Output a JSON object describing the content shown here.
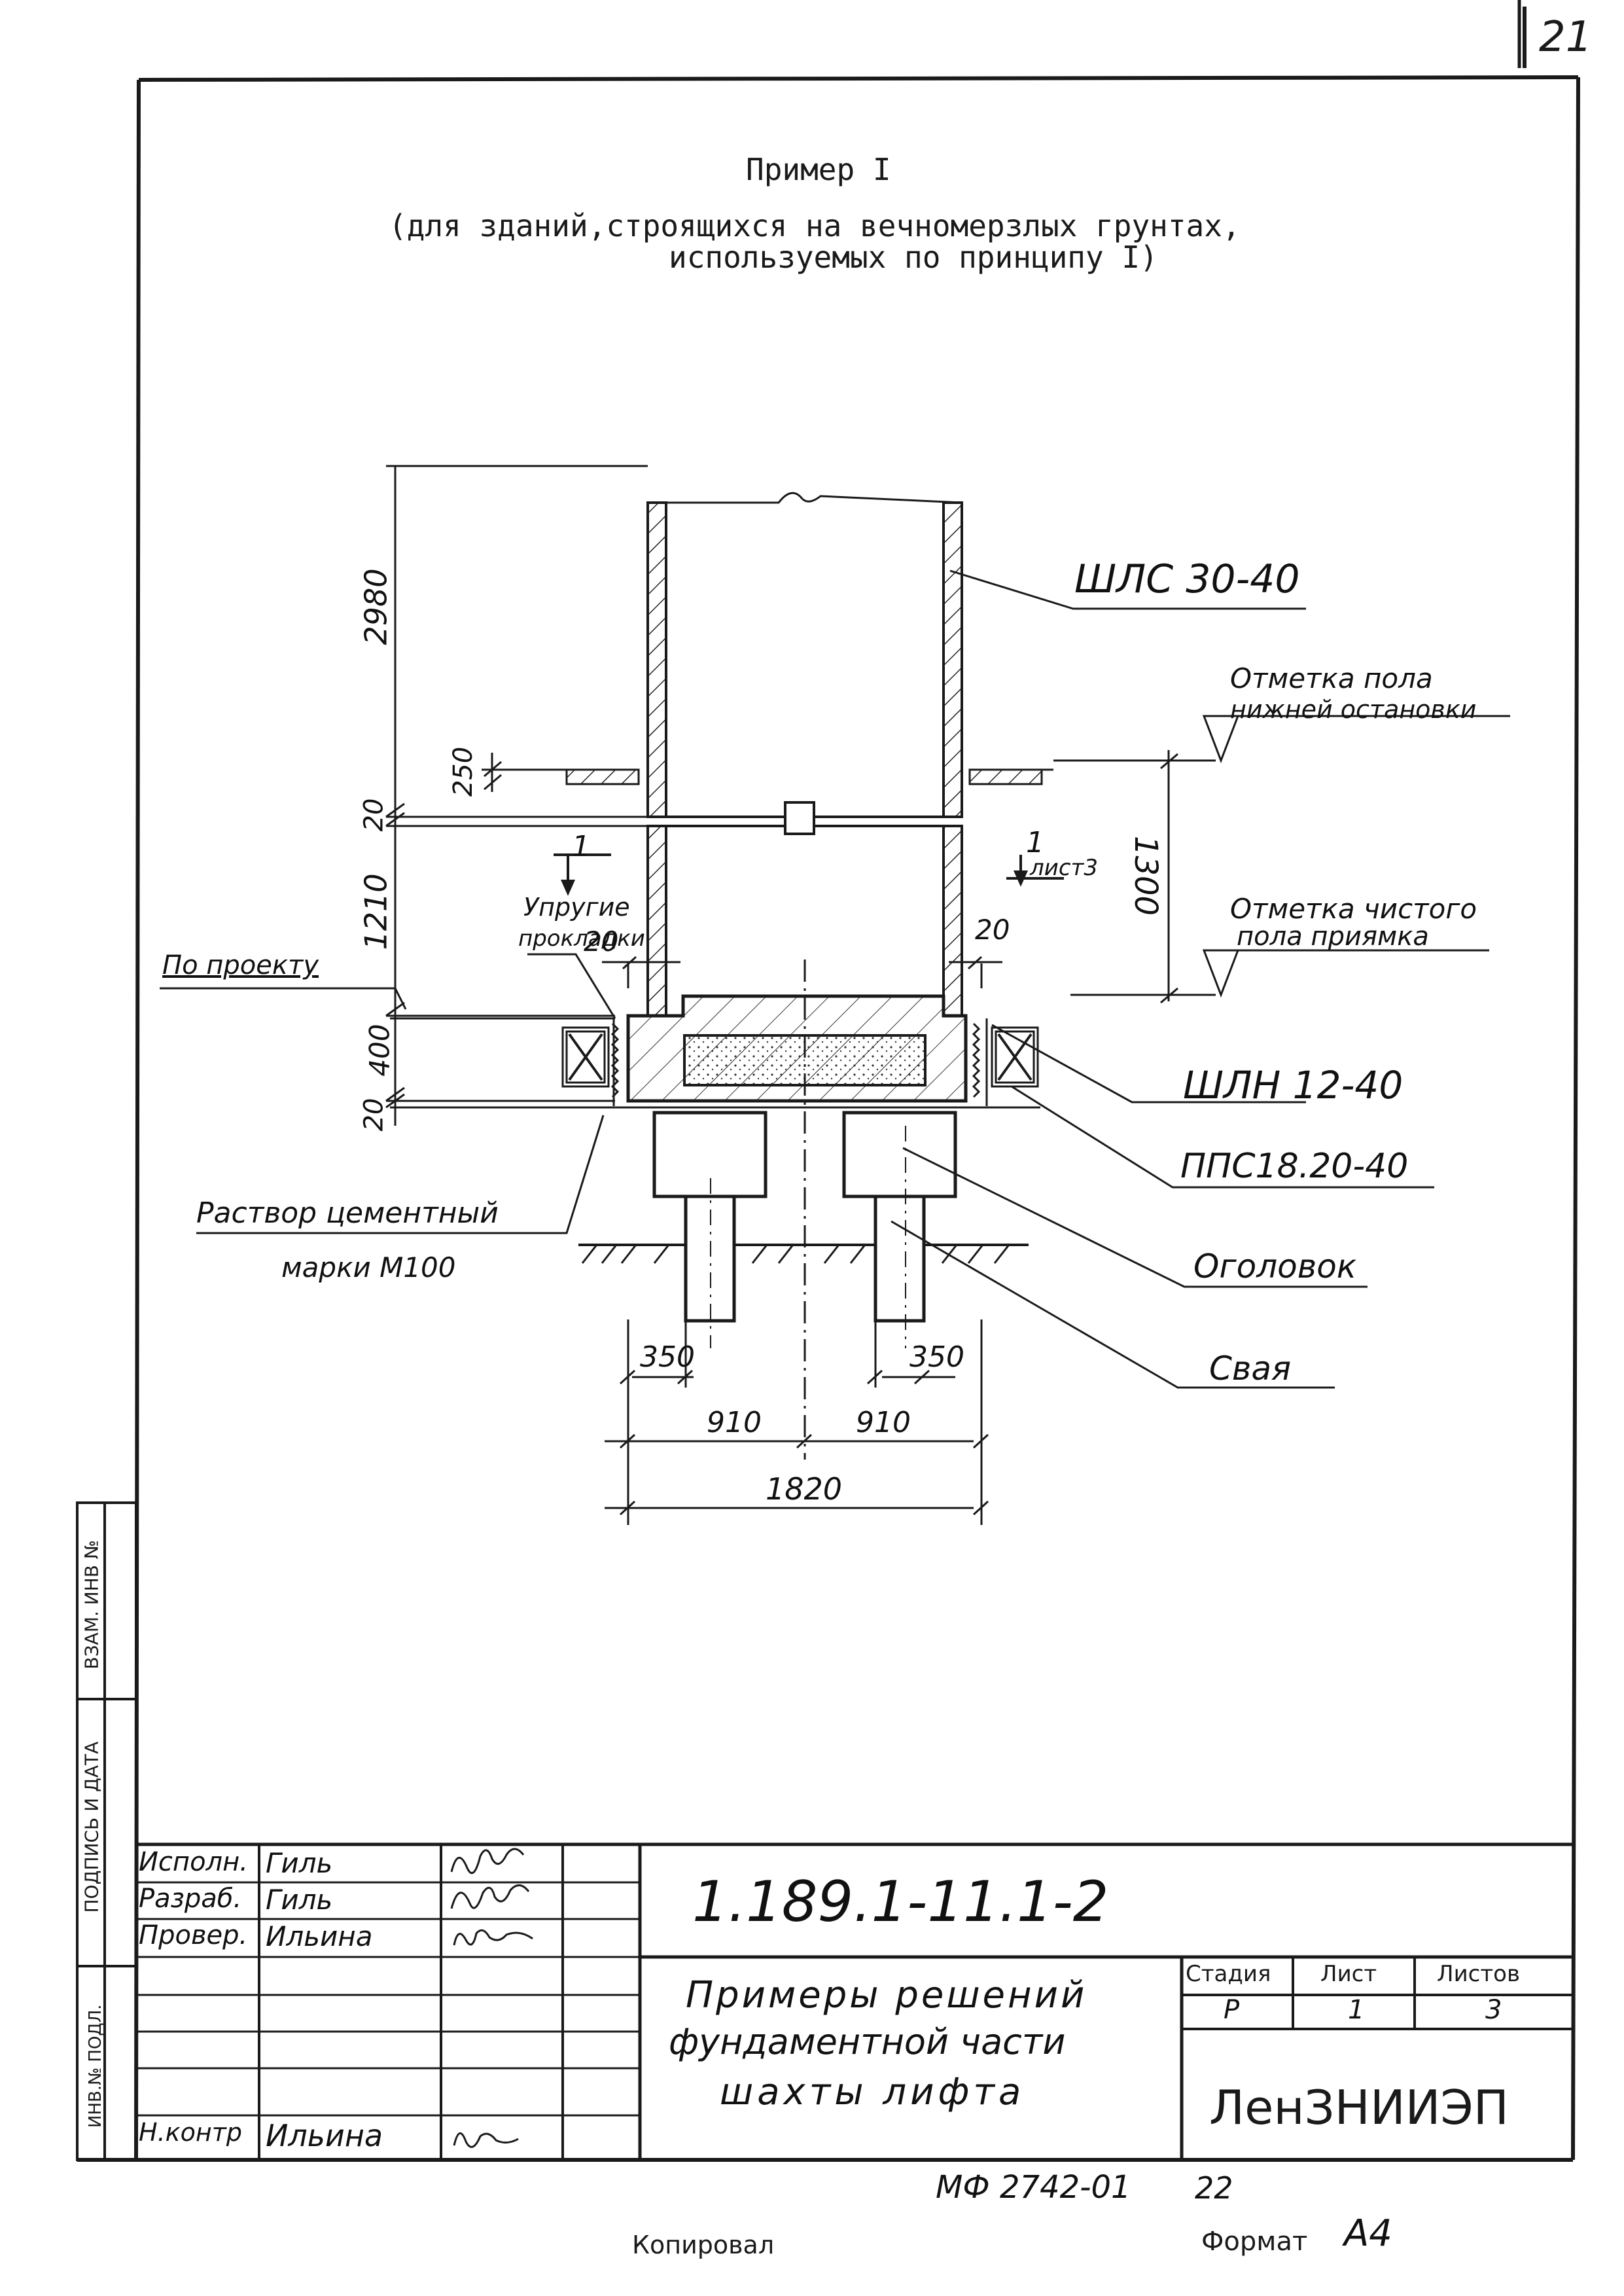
{
  "sheet_number": "21",
  "title": {
    "line1": "Пример I",
    "line2": "(для зданий,строящихся на вечномерзлых грунтах,",
    "line3": "используемых по принципу I)"
  },
  "labels": {
    "shaft_block": "ШЛС 30-40",
    "floor_mark_line1": "Отметка пола",
    "floor_mark_line2": "нижней остановки",
    "pit_mark_line1": "Отметка чистого",
    "pit_mark_line2": "пола приямка",
    "pit_block": "ШЛН 12-40",
    "slab": "ППС18.20-40",
    "pile_cap": "Оголовок",
    "pile": "Свая",
    "elastic_line1": "Упругие",
    "elastic_line2": "прокладки",
    "by_project": "По проекту",
    "mortar_line1": "Раствор цементный",
    "mortar_line2": "марки М100",
    "section_left_num": "1",
    "section_right_num": "1",
    "section_right_sheet": "лист3"
  },
  "dimensions": {
    "d2980": "2980",
    "d250": "250",
    "d20_top": "20",
    "d1210": "1210",
    "d400": "400",
    "d20_bottom": "20",
    "d1300": "1300",
    "gap_left": "20",
    "gap_right": "20",
    "pile_left": "350",
    "pile_right": "350",
    "half_left": "910",
    "half_right": "910",
    "total": "1820"
  },
  "side_stamp": {
    "inv_vzam": "ВЗАМ. ИНВ №",
    "podpis_data": "ПОДПИСЬ И ДАТА",
    "inv_podl": "ИНВ.№ ПОДЛ."
  },
  "title_block": {
    "roles": [
      {
        "role": "Исполн.",
        "name": "Гиль"
      },
      {
        "role": "Разраб.",
        "name": "Гиль"
      },
      {
        "role": "Провер.",
        "name": "Ильина"
      },
      {
        "role": "",
        "name": ""
      },
      {
        "role": "",
        "name": ""
      },
      {
        "role": "",
        "name": ""
      },
      {
        "role": "Н.контр",
        "name": "Ильина"
      }
    ],
    "doc_code": "1.189.1-11.1-2",
    "doc_title_line1": "Примеры решений",
    "doc_title_line2": "фундаментной части",
    "doc_title_line3": "шахты лифта",
    "stage_header": "Стадия",
    "sheet_header": "Лист",
    "sheets_header": "Листов",
    "stage_value": "Р",
    "sheet_value": "1",
    "sheets_value": "3",
    "org": "ЛенЗНИИЭП"
  },
  "footer": {
    "mf_code": "МФ 2742-01",
    "mf_num": "22",
    "copied": "Копировал",
    "format_label": "Формат",
    "format_value": "А4"
  }
}
